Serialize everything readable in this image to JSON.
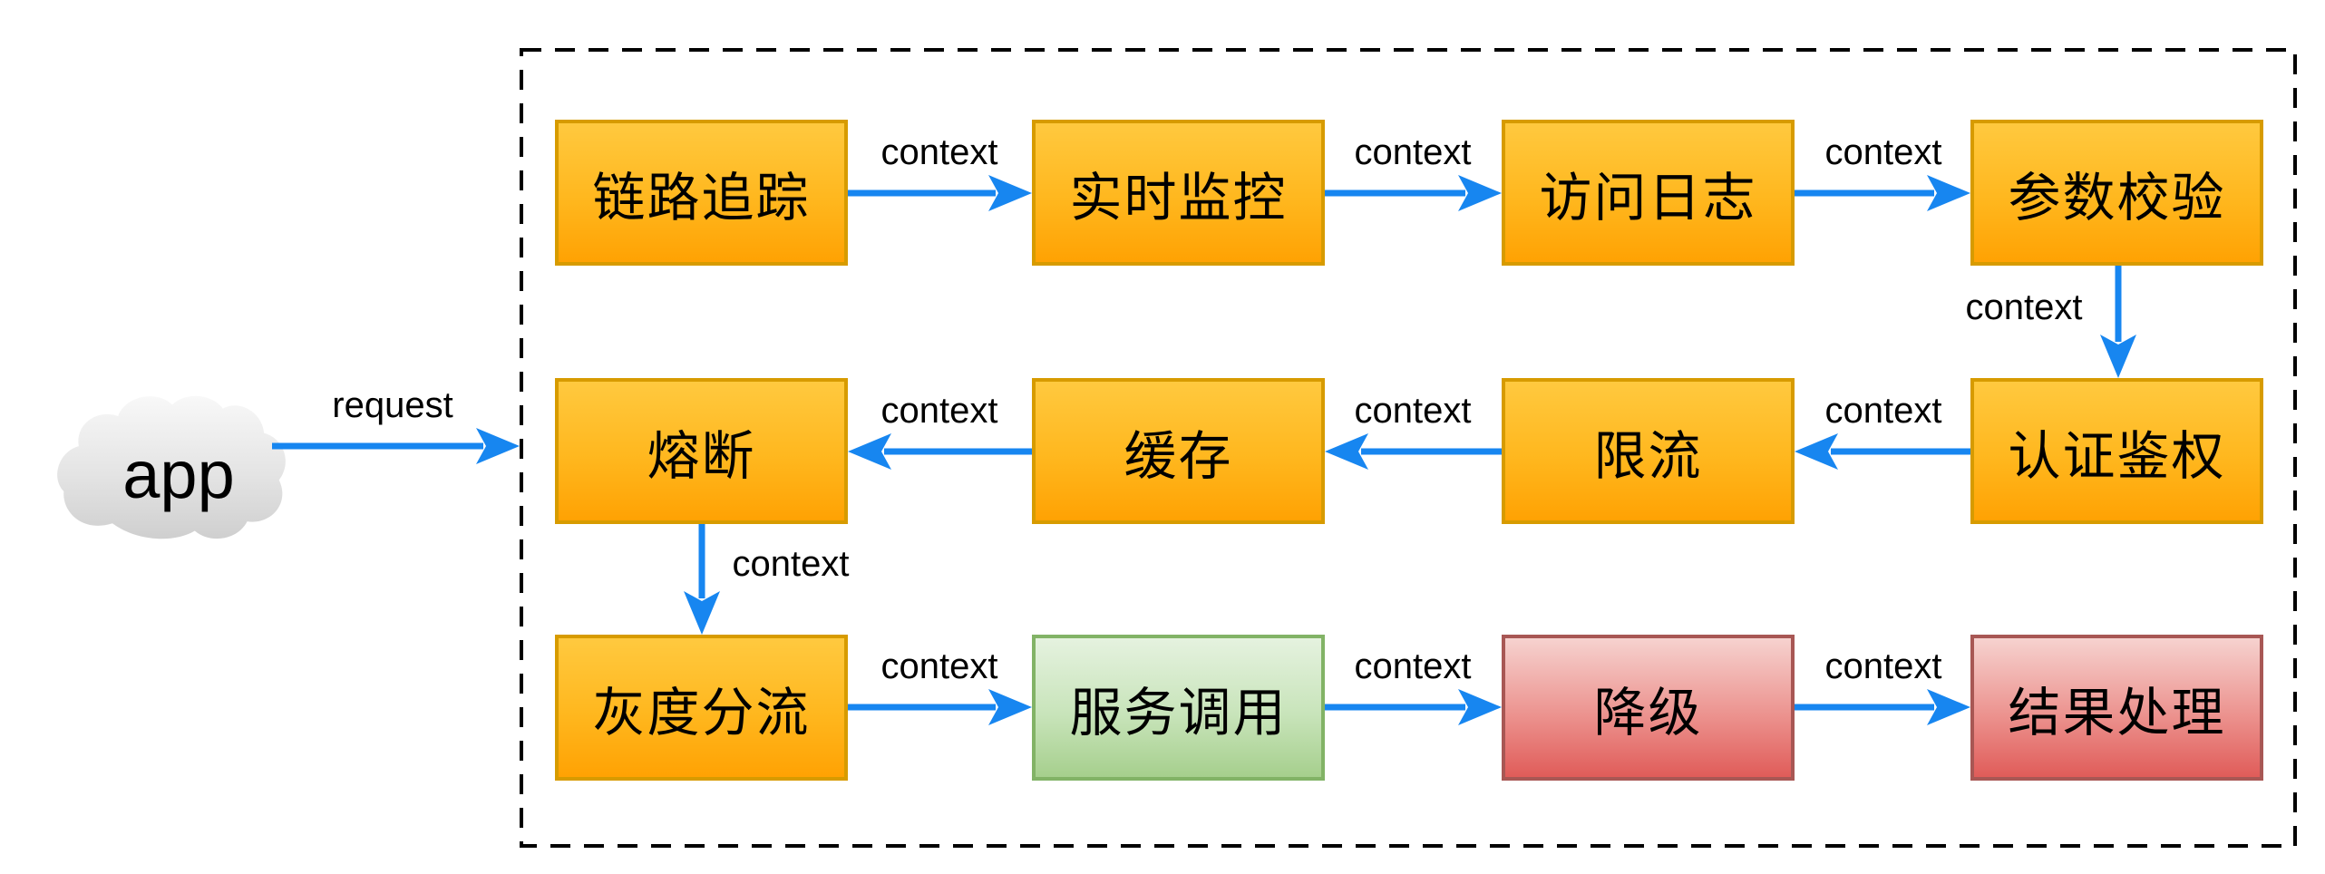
{
  "diagram_title": "",
  "cloud": {
    "label": "app"
  },
  "colors": {
    "arrow_blue": "#1786F0",
    "orange_fill_top": "#FFC93F",
    "orange_fill_bottom": "#FFA203",
    "orange_border": "#D79B00",
    "green_fill_top": "#E5F2DF",
    "green_fill_bottom": "#A6CF8D",
    "green_border": "#82B366",
    "red_fill_top": "#F6D2CF",
    "red_fill_bottom": "#E05C59",
    "red_border": "#A85754",
    "boundary_border": "#000000",
    "cloud_fill_top": "#F8F8F8",
    "cloud_fill_bottom": "#CFCFCF"
  },
  "nodes": [
    {
      "id": "link-tracing",
      "label": "链路追踪",
      "color": "orange",
      "row": 1,
      "col": 1
    },
    {
      "id": "realtime-monitoring",
      "label": "实时监控",
      "color": "orange",
      "row": 1,
      "col": 2
    },
    {
      "id": "access-log",
      "label": "访问日志",
      "color": "orange",
      "row": 1,
      "col": 3
    },
    {
      "id": "param-validation",
      "label": "参数校验",
      "color": "orange",
      "row": 1,
      "col": 4
    },
    {
      "id": "circuit-breaker",
      "label": "熔断",
      "color": "orange",
      "row": 2,
      "col": 1
    },
    {
      "id": "cache",
      "label": "缓存",
      "color": "orange",
      "row": 2,
      "col": 2
    },
    {
      "id": "rate-limit",
      "label": "限流",
      "color": "orange",
      "row": 2,
      "col": 3
    },
    {
      "id": "auth",
      "label": "认证鉴权",
      "color": "orange",
      "row": 2,
      "col": 4
    },
    {
      "id": "gray-routing",
      "label": "灰度分流",
      "color": "orange",
      "row": 3,
      "col": 1
    },
    {
      "id": "service-call",
      "label": "服务调用",
      "color": "green",
      "row": 3,
      "col": 2
    },
    {
      "id": "degradation",
      "label": "降级",
      "color": "red",
      "row": 3,
      "col": 3
    },
    {
      "id": "result-handling",
      "label": "结果处理",
      "color": "red",
      "row": 3,
      "col": 4
    }
  ],
  "edges": [
    {
      "from": "app",
      "to": "boundary",
      "label": "request"
    },
    {
      "from": "链路追踪",
      "to": "实时监控",
      "label": "context"
    },
    {
      "from": "实时监控",
      "to": "访问日志",
      "label": "context"
    },
    {
      "from": "访问日志",
      "to": "参数校验",
      "label": "context"
    },
    {
      "from": "参数校验",
      "to": "认证鉴权",
      "label": "context"
    },
    {
      "from": "认证鉴权",
      "to": "限流",
      "label": "context"
    },
    {
      "from": "限流",
      "to": "缓存",
      "label": "context"
    },
    {
      "from": "缓存",
      "to": "熔断",
      "label": "context"
    },
    {
      "from": "熔断",
      "to": "灰度分流",
      "label": "context"
    },
    {
      "from": "灰度分流",
      "to": "服务调用",
      "label": "context"
    },
    {
      "from": "服务调用",
      "to": "降级",
      "label": "context"
    },
    {
      "from": "降级",
      "to": "结果处理",
      "label": "context"
    }
  ]
}
